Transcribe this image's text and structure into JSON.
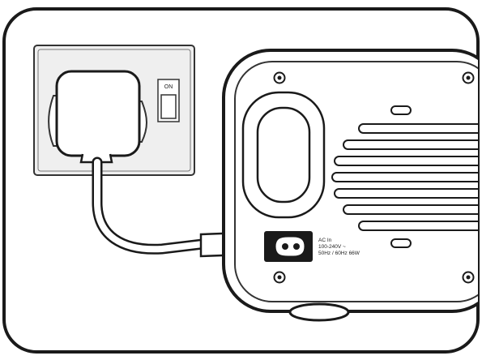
{
  "switch_label": "ON",
  "power_label": {
    "line1": "AC In",
    "line2": "100-240V ~",
    "line3": "50Hz / 60Hz  66W"
  }
}
